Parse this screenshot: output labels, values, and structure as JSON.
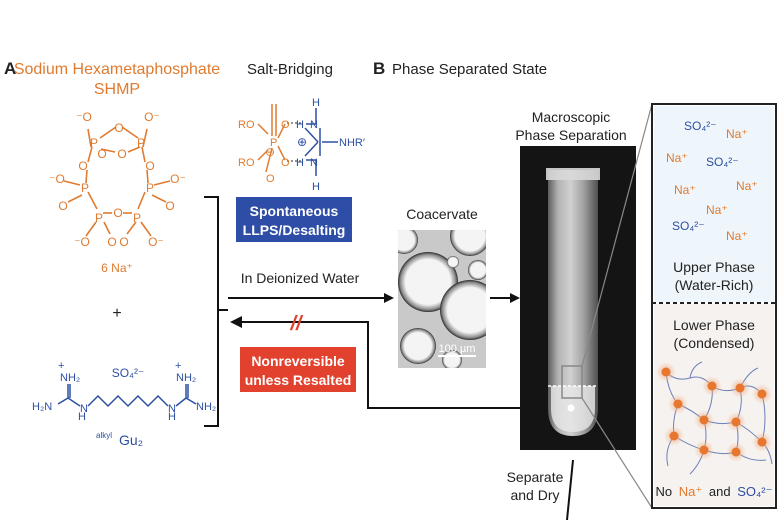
{
  "panel_a": {
    "letter": "A",
    "shmp_name": "Sodium Hexametaphosphate",
    "shmp_abbrev": "SHMP",
    "counterion": "6 Na⁺",
    "plus": "+",
    "gu_label_sup": "alkyl",
    "gu_label": "Gu₂",
    "sulfate": "SO₄²⁻",
    "salt_bridging_title": "Salt-Bridging",
    "spontaneous_line1": "Spontaneous",
    "spontaneous_line2": "LLPS/Desalting",
    "deionized": "In Deionized Water",
    "nonreversible_line1": "Nonreversible",
    "nonreversible_line2": "unless Resalted"
  },
  "panel_b": {
    "letter": "B",
    "title": "Phase Separated State",
    "coacervate": "Coacervate",
    "scale_bar": "100 µm",
    "macro_line1": "Macroscopic",
    "macro_line2": "Phase Separation",
    "upper_line1": "Upper Phase",
    "upper_line2": "(Water-Rich)",
    "lower_line1": "Lower Phase",
    "lower_line2": "(Condensed)",
    "bottom_no": "No",
    "bottom_na": "Na⁺",
    "bottom_and": "and",
    "bottom_so4": "SO₄²⁻",
    "separate_line1": "Separate",
    "separate_line2": "and Dry",
    "ions": [
      "SO₄²⁻",
      "Na⁺",
      "Na⁺",
      "SO₄²⁻",
      "Na⁺",
      "Na⁺",
      "Na⁺",
      "SO₄²⁻",
      "Na⁺"
    ]
  },
  "colors": {
    "shmp_orange": "#e07b2f",
    "gu_blue": "#2d4fa3",
    "spontaneous_box": "#2e4da6",
    "nonreversible_box": "#e2412e",
    "upper_phase_bg": "#eef5fb",
    "lower_phase_bg": "#f6f2ef"
  },
  "chemistry": {
    "o_minus": "⁻O",
    "o_minus_r": "O⁻",
    "O": "O",
    "P": "P",
    "RO": "RO",
    "nh2": "NH₂",
    "h2n": "H₂N",
    "N": "N",
    "H": "H",
    "nhr": "NHR′",
    "ominus": "⊖",
    "oplus": "⊕",
    "plus": "+",
    "crossmark": "//"
  }
}
